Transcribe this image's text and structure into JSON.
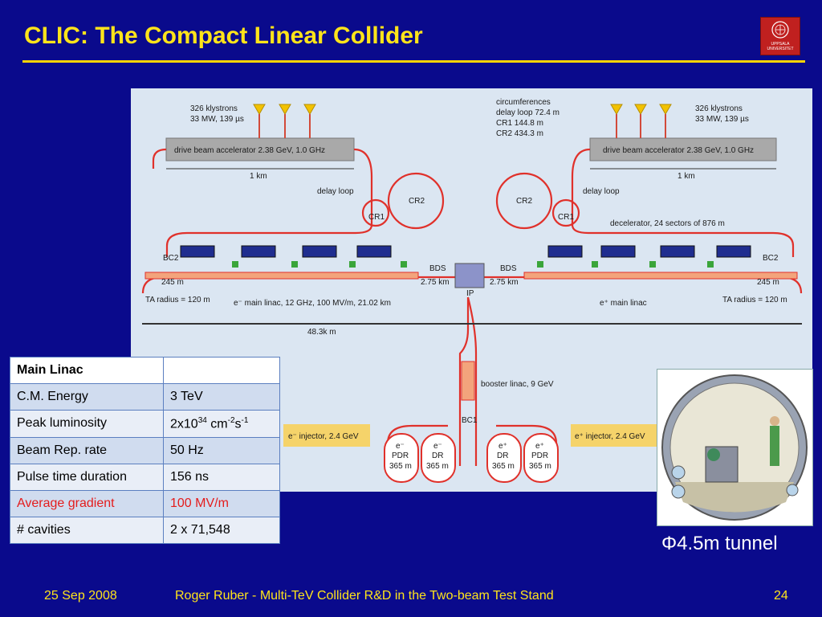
{
  "slide": {
    "title": "CLIC: The Compact Linear Collider",
    "logo_text": "UPPSALA UNIVERSITET",
    "tunnel_caption": "Φ4.5m tunnel",
    "colors": {
      "background": "#0a0a8c",
      "title": "#ffe41a",
      "highlight_row": "#e41c1c"
    }
  },
  "diagram": {
    "left_klystrons": [
      "326 klystrons",
      "33 MW, 139 µs"
    ],
    "right_klystrons": [
      "326 klystrons",
      "33 MW, 139 µs"
    ],
    "circumferences": [
      "circumferences",
      "delay loop 72.4 m",
      "CR1 144.8 m",
      "CR2 434.3 m"
    ],
    "left_drive_beam": "drive beam accelerator 2.38 GeV, 1.0 GHz",
    "right_drive_beam": "drive beam accelerator 2.38 GeV, 1.0 GHz",
    "left_km": "1 km",
    "right_km": "1 km",
    "left_delay_loop": "delay loop",
    "right_delay_loop": "delay loop",
    "cr2": "CR2",
    "cr1": "CR1",
    "decelerator": "decelerator, 24 sectors of 876 m",
    "bc2": "BC2",
    "bds": "BDS",
    "bds_length": "2.75 km",
    "ip": "IP",
    "len_245": "245 m",
    "ta_radius": "TA radius = 120 m",
    "e_minus_linac": "e⁻ main linac, 12 GHz, 100 MV/m, 21.02 km",
    "e_plus_linac": "e⁺ main linac",
    "total_length": "48.3k m",
    "booster": "booster linac, 9 GeV",
    "bc1": "BC1",
    "e_minus_injector": "e⁻ injector, 2.4 GeV",
    "e_plus_injector": "e⁺ injector, 2.4 GeV",
    "damping_rings": [
      {
        "particle": "e⁻",
        "type": "PDR",
        "size": "365 m"
      },
      {
        "particle": "e⁻",
        "type": "DR",
        "size": "365 m"
      },
      {
        "particle": "e⁺",
        "type": "DR",
        "size": "365 m"
      },
      {
        "particle": "e⁺",
        "type": "PDR",
        "size": "365 m"
      }
    ]
  },
  "table": {
    "header": "Main Linac",
    "rows": [
      {
        "param": "C.M.  Energy",
        "value": "3 TeV"
      },
      {
        "param": "Peak luminosity",
        "value": "2x10"
      },
      {
        "param": "Beam Rep. rate",
        "value": "50 Hz"
      },
      {
        "param": "Pulse time duration",
        "value": "156 ns"
      },
      {
        "param": "Average gradient",
        "value": "100 MV/m"
      },
      {
        "param": "# cavities",
        "value": "2 x 71,548"
      }
    ],
    "lumi_exp": "34",
    "lumi_cm": "cm",
    "lumi_cm_exp": "-2",
    "lumi_s": "s",
    "lumi_s_exp": "-1"
  },
  "footer": {
    "date": "25 Sep 2008",
    "center": "Roger Ruber - Multi-TeV Collider R&D in the Two-beam Test Stand",
    "page": "24"
  }
}
